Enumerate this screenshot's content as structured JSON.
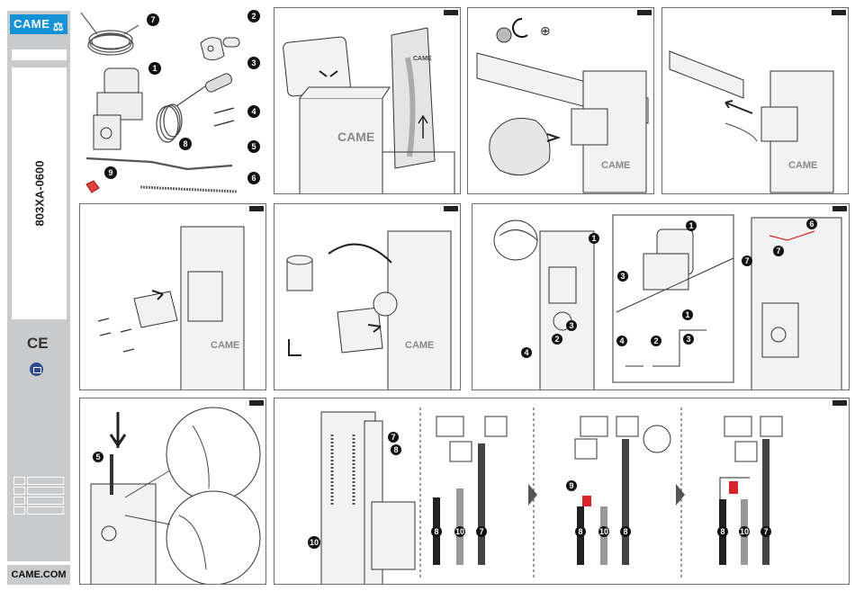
{
  "brand": {
    "logo_text": "CAME",
    "website": "CAME.COM"
  },
  "document": {
    "code": "803XA-0600",
    "ce_mark": "CE"
  },
  "parts_panel": {
    "callouts": [
      "1",
      "2",
      "3",
      "4",
      "5",
      "6",
      "7",
      "8",
      "9"
    ]
  },
  "assembly_panels": {
    "panel_7": {
      "callouts": [
        "1",
        "2",
        "3",
        "4"
      ]
    },
    "panel_7b": {
      "callouts": [
        "6",
        "7"
      ]
    },
    "panel_8": {
      "callouts": [
        "5"
      ]
    },
    "panel_9": {
      "callouts": [
        "7",
        "8",
        "10",
        "10",
        "8",
        "7",
        "9",
        "10",
        "8",
        "7",
        "9",
        "8",
        "10",
        "7"
      ]
    }
  },
  "brand_label_on_column": "CAME",
  "colors": {
    "accent": "#1592d6",
    "sidebar": "#c9cacb",
    "frame": "#6e6e6e",
    "cable_red": "#d6262b"
  }
}
